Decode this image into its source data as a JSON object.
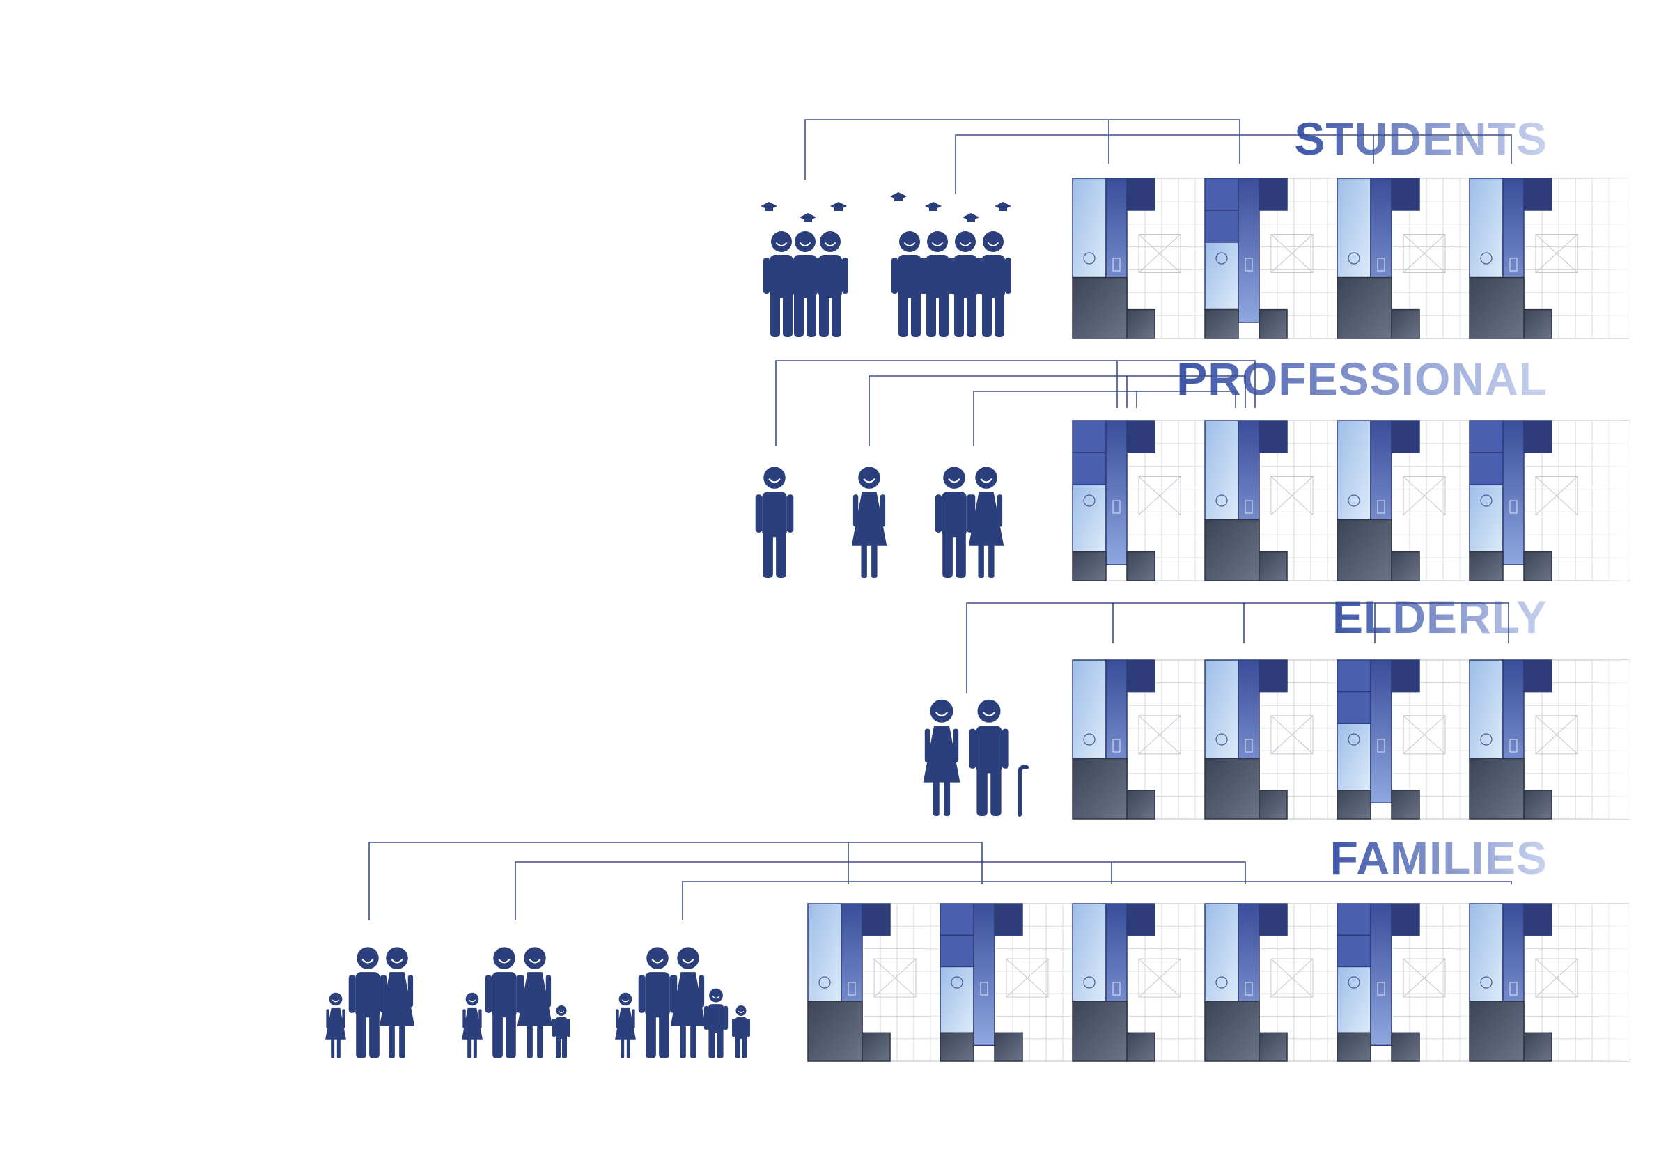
{
  "colors": {
    "figure": "#2b3f7c",
    "connector": "#3d4f8a",
    "label_start": "#3d55a8",
    "label_end": "#c9d3f0",
    "room_dark": "#2e3d7a",
    "room_mid": "#4a5fb0",
    "room_light": "#a9c6ec",
    "room_pale": "#d6e6f7",
    "core_gray": "#4d5668",
    "plan_line": "#b7bcc4"
  },
  "categories": [
    {
      "label": "STUDENTS",
      "groups": [
        {
          "people": 3,
          "icon": "graduate-group-icon"
        },
        {
          "people": 4,
          "icon": "graduate-group-icon"
        }
      ],
      "plans": [
        {
          "variant": "student-a"
        },
        {
          "variant": "student-b"
        },
        {
          "variant": "student-c"
        },
        {
          "variant": "student-d"
        }
      ]
    },
    {
      "label": "PROFESSIONAL",
      "groups": [
        {
          "people": 1,
          "icon": "man-icon"
        },
        {
          "people": 1,
          "icon": "woman-icon"
        },
        {
          "people": 2,
          "icon": "couple-icon"
        }
      ],
      "plans": [
        {
          "variant": "professional-a"
        },
        {
          "variant": "professional-b"
        },
        {
          "variant": "professional-c"
        },
        {
          "variant": "professional-d"
        }
      ]
    },
    {
      "label": "ELDERLY",
      "groups": [
        {
          "people": 2,
          "icon": "elderly-couple-icon"
        }
      ],
      "plans": [
        {
          "variant": "elderly-a"
        },
        {
          "variant": "elderly-b"
        },
        {
          "variant": "elderly-c"
        },
        {
          "variant": "elderly-d"
        }
      ]
    },
    {
      "label": "FAMILIES",
      "groups": [
        {
          "people": 3,
          "icon": "family-small-icon"
        },
        {
          "people": 4,
          "icon": "family-medium-icon"
        },
        {
          "people": 5,
          "icon": "family-large-icon"
        }
      ],
      "plans": [
        {
          "variant": "family-a"
        },
        {
          "variant": "family-b"
        },
        {
          "variant": "family-c"
        },
        {
          "variant": "family-d"
        },
        {
          "variant": "family-e"
        },
        {
          "variant": "family-f"
        }
      ]
    }
  ]
}
